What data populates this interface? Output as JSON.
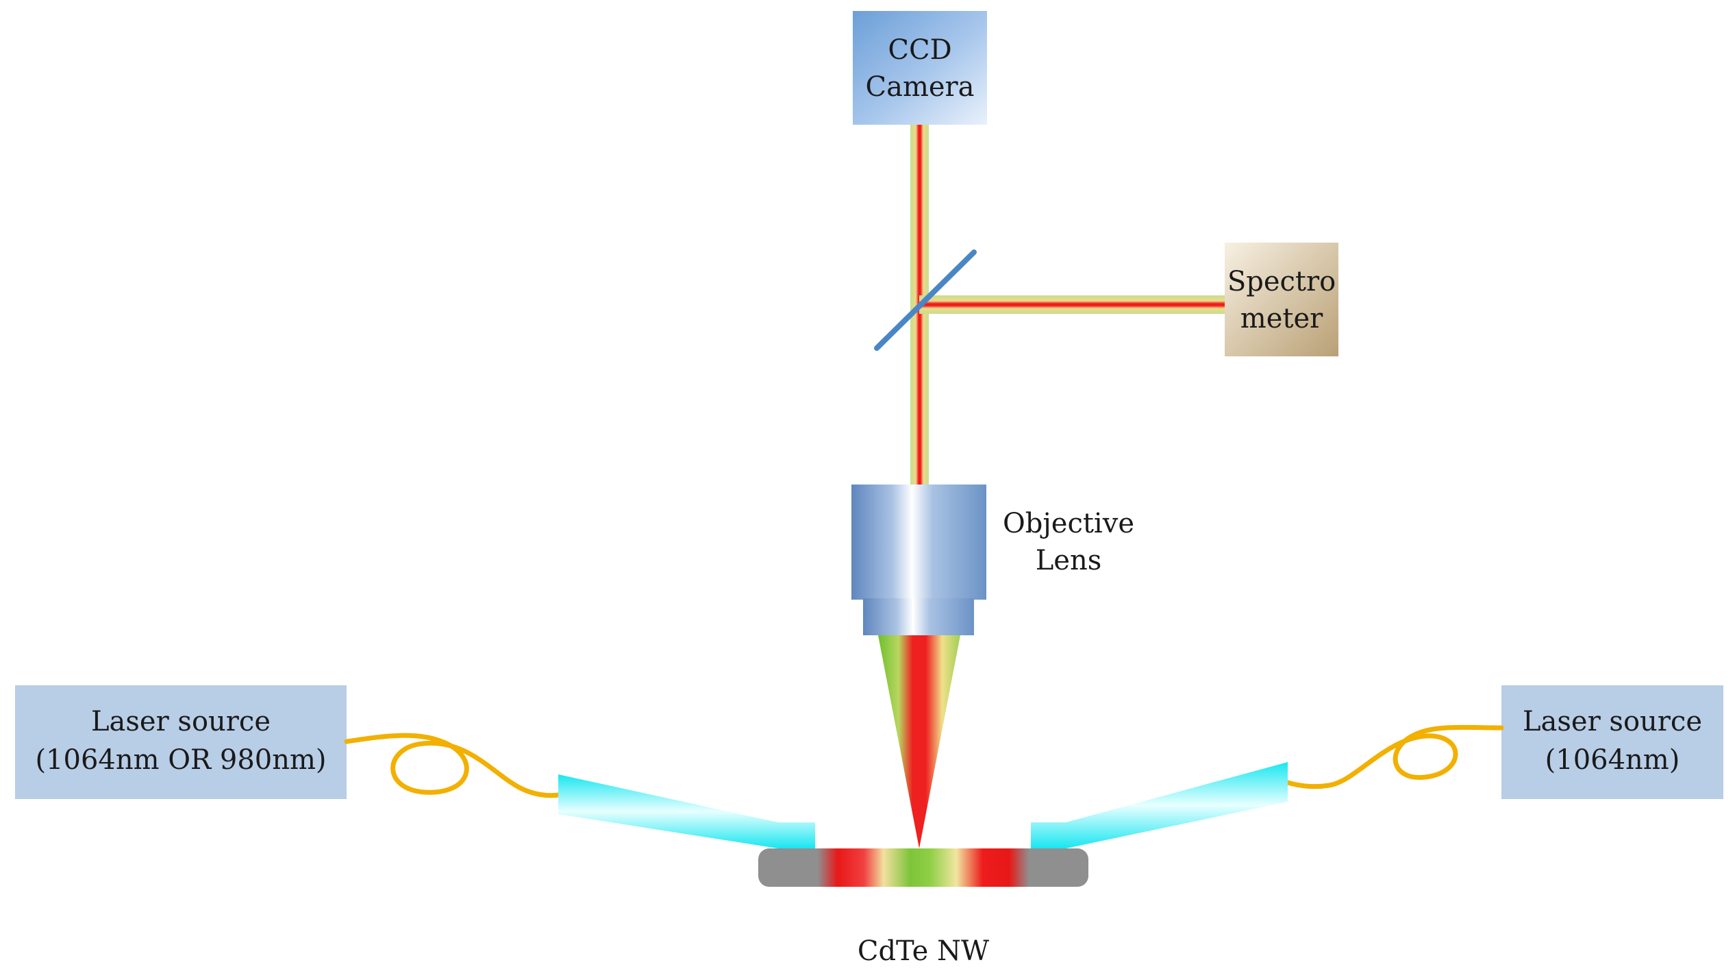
{
  "components": {
    "ccd_camera": {
      "line1": "CCD",
      "line2": "Camera"
    },
    "spectrometer": {
      "line1": "Spectro",
      "line2": "meter"
    },
    "objective_lens": {
      "line1": "Objective",
      "line2": "Lens"
    },
    "laser_left": {
      "line1": "Laser source",
      "line2": "(1064nm OR 980nm)"
    },
    "laser_right": {
      "line1": "Laser source",
      "line2": "(1064nm)"
    },
    "sample": {
      "label": "CdTe NW"
    }
  },
  "colors": {
    "ccd_box": "#6fa3da",
    "spectrometer_box": "#c9b38a",
    "laser_box": "#b8cde6",
    "objective": "#6b93c6",
    "beam_core": "#ee1c1c",
    "beam_edge": "#a8d26a",
    "beam_splitter": "#4a86c5",
    "fiber": "#f2b000",
    "fiber_taper": "#19e6f0",
    "nanowire": "#8f8f8f"
  }
}
